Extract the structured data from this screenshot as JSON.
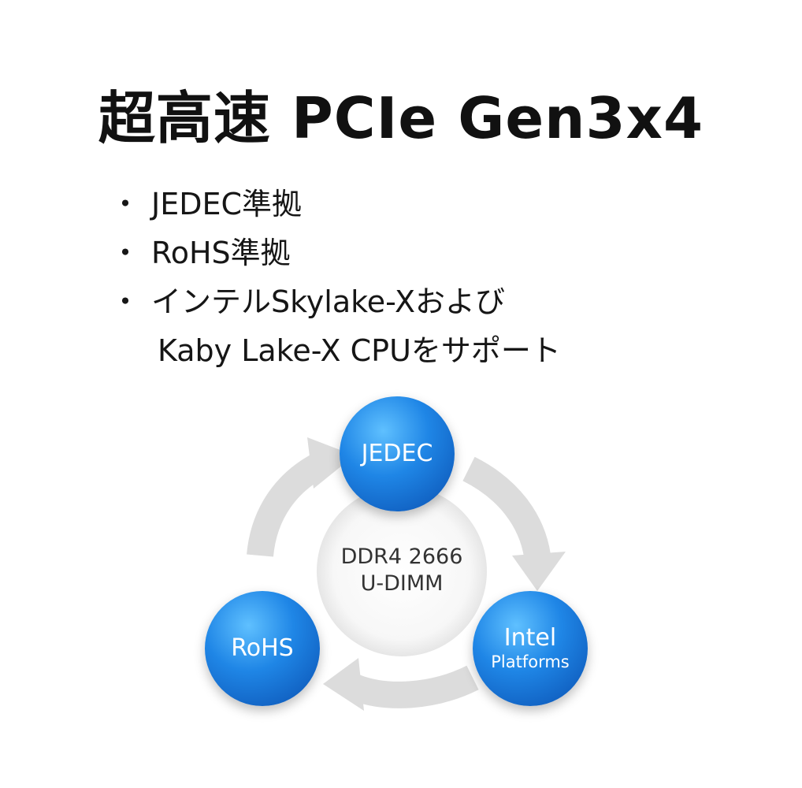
{
  "title": "超高速 PCIe Gen3x4",
  "bullet_symbol": "・",
  "features": [
    {
      "line1": "JEDEC準拠"
    },
    {
      "line1": "RoHS準拠"
    },
    {
      "line1": "インテルSkylake-Xおよび",
      "line2": "Kaby Lake-X CPUをサポート"
    }
  ],
  "diagram": {
    "center": {
      "line1": "DDR4 2666",
      "line2": "U-DIMM"
    },
    "badges": {
      "jedec": {
        "line1": "JEDEC"
      },
      "rohs": {
        "line1": "RoHS"
      },
      "intel": {
        "line1": "Intel",
        "line2": "Platforms"
      }
    },
    "colors": {
      "badge": "#1f86e6",
      "arrow": "#d9d9d9"
    }
  }
}
